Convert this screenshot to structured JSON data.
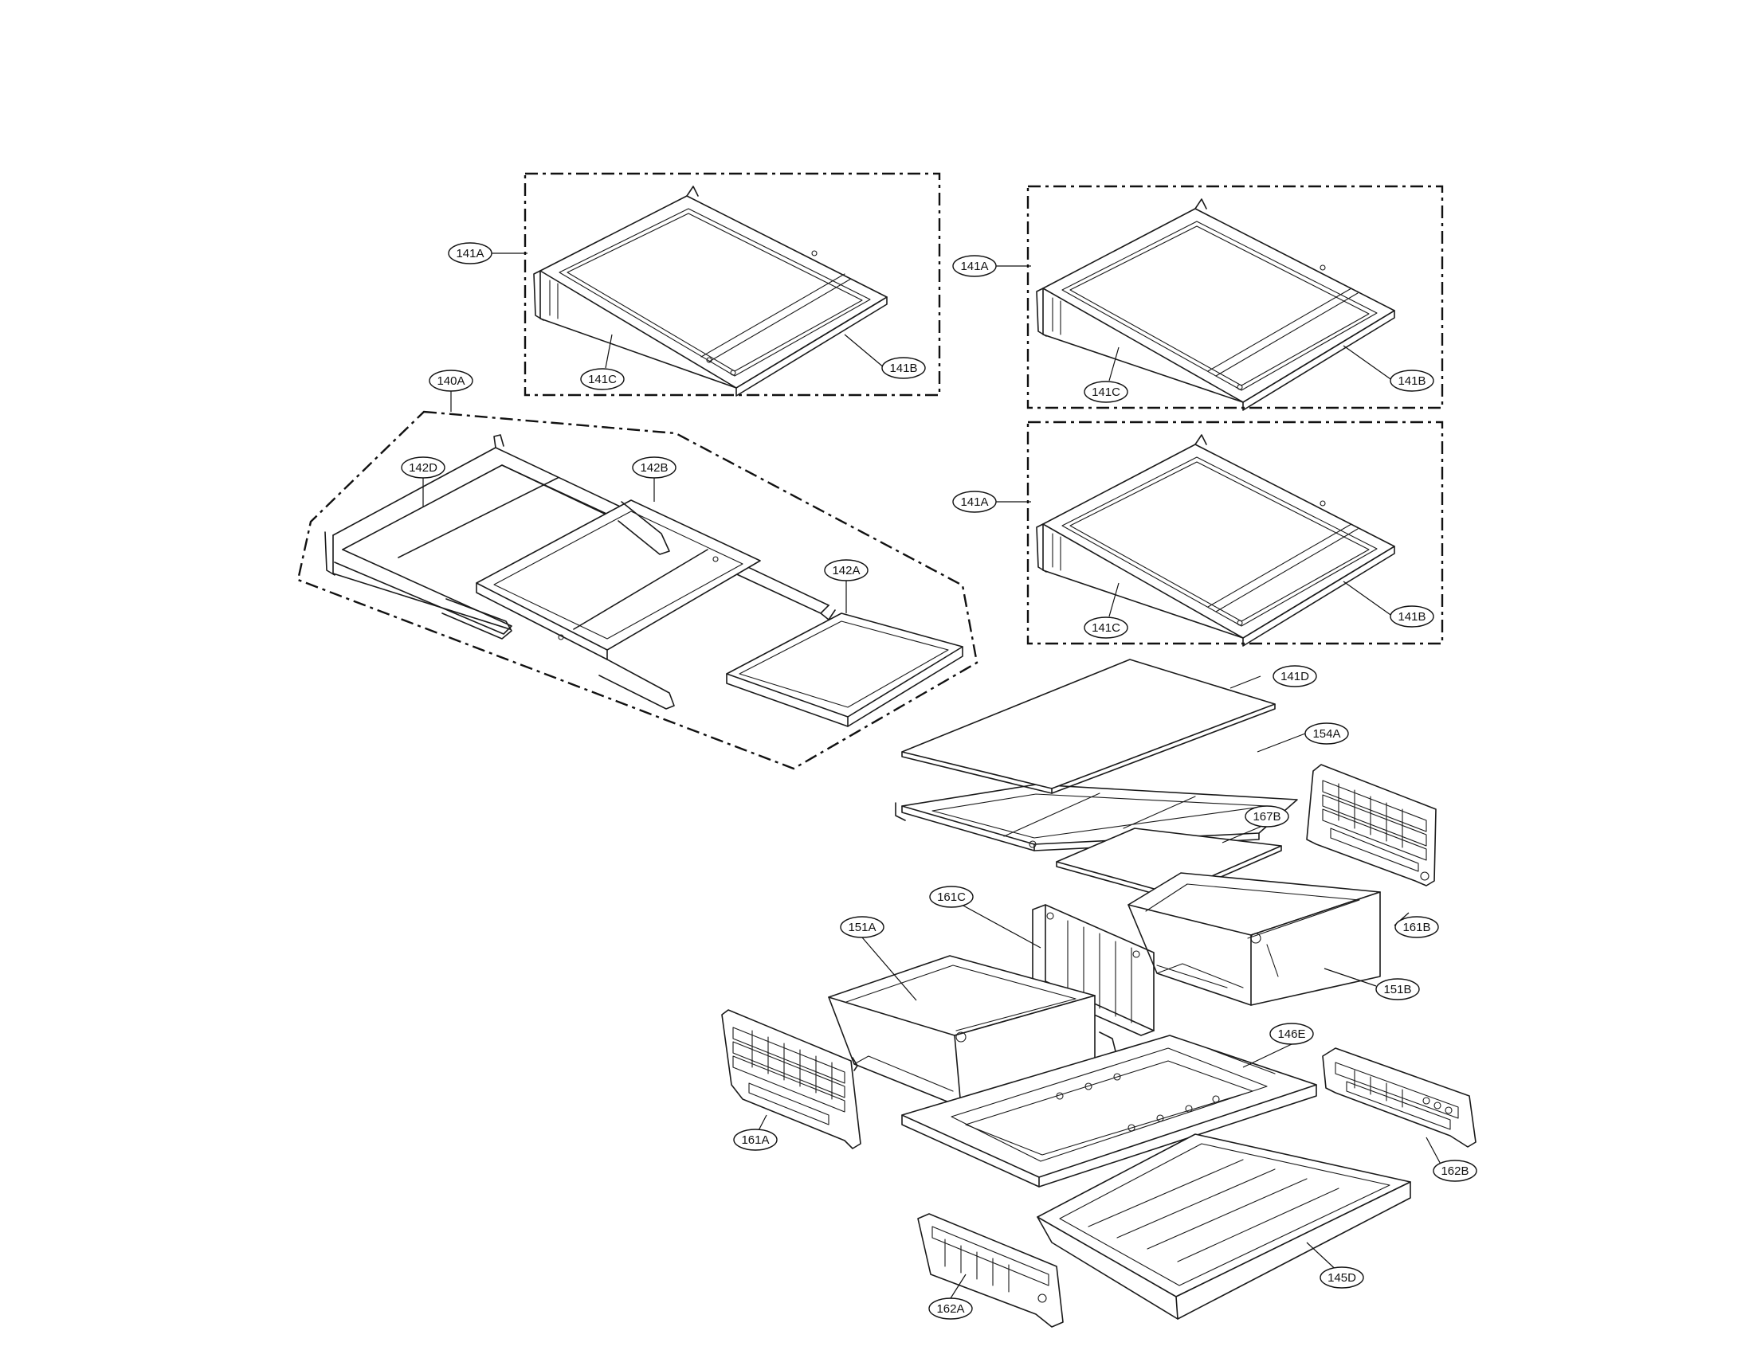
{
  "labels": {
    "frame1_shelf": "141A",
    "frame1_rail": "141C",
    "frame1_glass": "141B",
    "frame2_shelf": "141A",
    "frame2_rail": "141C",
    "frame2_glass": "141B",
    "frame3_shelf": "141A",
    "frame3_rail": "141C",
    "frame3_glass": "141B",
    "slide_assembly": "140A",
    "slide_frame": "142D",
    "slide_glass": "142B",
    "small_shelf": "142A",
    "cover_glass": "141D",
    "cover_frame": "154A",
    "cover_insert": "167B",
    "divider": "161C",
    "left_bin": "151A",
    "right_bin": "151B",
    "right_rail": "161B",
    "left_rail": "161A",
    "bin_base": "146E",
    "rail_upper_right": "162B",
    "rail_lower": "162A",
    "pan": "145D"
  }
}
